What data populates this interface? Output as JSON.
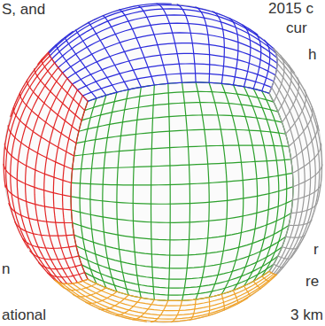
{
  "diagram": {
    "labels": [
      "S, and",
      "2015 c",
      "cur",
      "h",
      "r",
      "re",
      "3 km",
      "n",
      "ational"
    ]
  }
}
